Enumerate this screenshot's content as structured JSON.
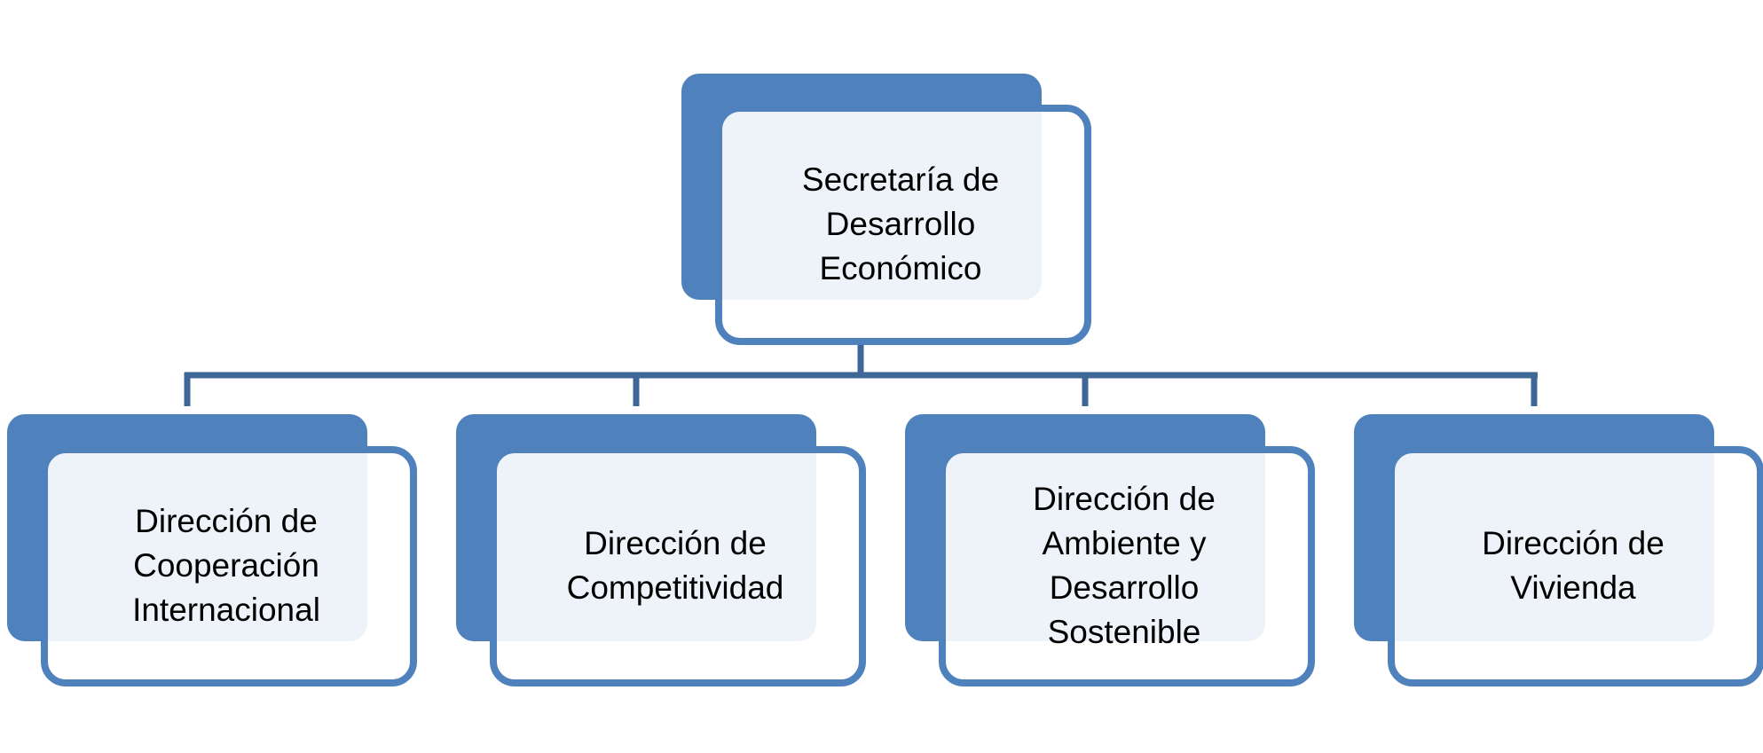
{
  "colors": {
    "back_card": "#4f81bd",
    "front_card_border": "#4f81bd",
    "front_card_fill": "rgba(255,255,255,0.9)",
    "connector": "#3e6797",
    "text": "#000000"
  },
  "org_chart": {
    "root": {
      "label": "Secretaría de\nDesarrollo\nEconómico"
    },
    "children": [
      {
        "label": "Dirección de\nCooperación\nInternacional"
      },
      {
        "label": "Dirección de\nCompetitividad"
      },
      {
        "label": "Dirección de\nAmbiente y\nDesarrollo\nSostenible"
      },
      {
        "label": "Dirección de\nVivienda"
      }
    ]
  }
}
